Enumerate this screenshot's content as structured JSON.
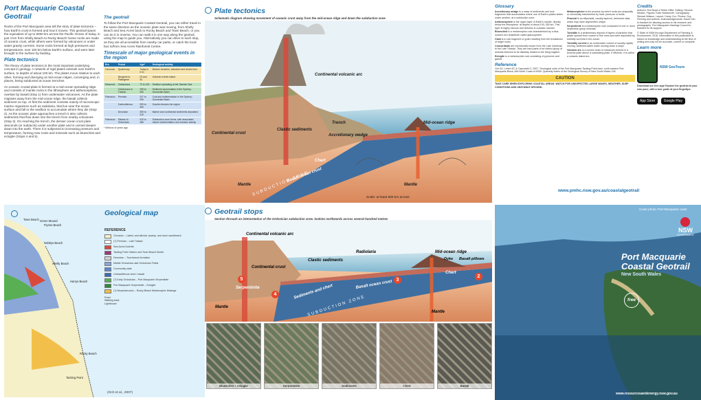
{
  "intro": {
    "title": "Port Macquarie Coastal Geotrail",
    "para1": "Rocks of the Port Macquarie area tell the story of plate tectonics – how Earth's crust is formed and how it moves. This geotrail spans the equivalent of up to 6000 km across the Pacific Ocean of today, in just 4 km from Shelly Beach to Rocky Beach! Some rocks are made of oceanic crust, while others were formed by volcanoes or under water gravity currents. Some rocks formed at high pressures and temperatures, over 100 km below Earth's surface, and were later brought to the surface by faulting.",
    "geotrail_heading": "The geotrail",
    "geotrail_text": "To follow the Port Macquarie Coastal Geotrail, you can either travel in the same direction as the oceanic plate was moving, from Shelly Beach and Sea Acres back to Rocky Beach and Town Beach, or you can do it in reverse. You can walk it in one way along the geotrail, using the map to guide you. Alternatively you can drive to each stop, as they are all accessible from nearby car parks, or catch the local bus to/from Sea Acres Rainforest Centre.",
    "plate_heading": "Plate tectonics",
    "plate_text": "The theory of plate tectonics is the most important underlying concept in geology. A network of rigid plates extends over Earth's surface, to depths of about 100 km. The plates move relative to each other, forming and diverging at mid-ocean ridges, converging and, in places, being subducted at ocean trenches.",
    "plate_text2": "An oceanic crustal plate is formed at a mid-ocean spreading ridge and consists of mantle rocks in the lithosphere and asthenosphere, overlain by basalt (Stop 1) from underwater volcanoes. As the plate migrates away from the mid-ocean ridge, the basalt collects sediment on top. At first the sediment consists mainly of microscopic marine organisms such as radiolaria, that live near the ocean surface and fall to the seafloor to accumulate where they die (Stop 2). As the oceanic plate approaches a trench it also collects sediments that flow down into the trench from nearby volcanoes (Stop 3). On reaching the trench, the denser ocean crust plate descends (or subducts) under another plate and is carried deeper down into the earth. There it is subjected to increasing pressure and temperature, forming new rocks and minerals such as blueschist and eclogite (Stops 4 and 5)."
  },
  "timescale": {
    "heading": "Timescale of major geological events in the region",
    "headers": [
      "Era",
      "Period",
      "Age*",
      "Geological activity"
    ],
    "rows": [
      [
        "Cenozoic",
        "Quaternary",
        "Today to 0.01",
        "Modern beaches, estuaries and dunes form"
      ],
      [
        "",
        "Neogene to Paleogene",
        "23 and 34",
        "Volcanic events inland"
      ],
      [
        "Mesozoic",
        "Cretaceous",
        "72 to 100",
        "Seafloor spreading at the Tasman Sea"
      ],
      [
        "",
        "Cretaceous to Triassic",
        "199 to 250",
        "Sediment accumulates in the Sydney–Gunnedah Basin"
      ],
      [
        "Paleozoic",
        "Permian",
        "247 to 299",
        "Coal and sedimentation in the Sydney–Gunnedah Basin"
      ],
      [
        "",
        "Carboniferous",
        "299 to 359",
        "Granite intrudes the region"
      ],
      [
        "",
        "Devonian",
        "359 to 419",
        "Marine and continental sediments deposited"
      ],
      [
        "Paleozoic",
        "Silurian to Ordovician",
        "419 to 485",
        "Subduction zone forms, with associated marine sedimentation and volcanic activity"
      ]
    ],
    "footnote": "* Millions of years ago"
  },
  "tectonics": {
    "heading": "Plate tectonics",
    "subtitle": "Schematic diagram showing movement of oceanic crust away from the mid-ocean ridge and down the subduction zone",
    "labels": {
      "volcanic_arc": "Continental volcanic arc",
      "continental_crust": "Continental crust",
      "clastic": "Clastic sediments",
      "wedge": "Accretionary wedge",
      "trench": "Trench",
      "ridge": "Mid-ocean ridge",
      "chert": "Chert",
      "basalt": "Basalt ocean crust",
      "mantle1": "Mantle",
      "mantle2": "Mantle",
      "subduction": "SUBDUCTION ZONE",
      "scale": "Scale: at least 500 km across"
    }
  },
  "glossary": {
    "heading": "Glossary",
    "entries": [
      {
        "term": "Accretionary wedge",
        "def": "is a mass of sediments and rock fragments that accumulates where one of Earth's plates slides under another, at a subduction zone."
      },
      {
        "term": "Asthenosphere",
        "def": "is the upper layer of Earth's mantle, directly below the lithosphere, at depths of about 100–350 km. This layer is highly viscous and deforms in a plastic manner."
      },
      {
        "term": "Blueschist",
        "def": "is a metamorphic rock characterised by a blue, sodium-rich amphibole called glaucophane."
      },
      {
        "term": "Clast",
        "def": "is a rock fragment or grain resulting from the breakdown of larger rocks."
      },
      {
        "term": "Concordants",
        "def": "are microfossils known from the Late Cambrian to the Late Triassic. They are hard parts of an extinct group of animals believed to be distantly related to the living hagfish."
      },
      {
        "term": "Eclogite",
        "def": "is a metamorphic rock consisting of pyroxene and garnet."
      },
      {
        "term": "Metamorphism",
        "def": "is the process by which rocks are physically or chemically transformed by heat, pressure or fluids."
      },
      {
        "term": "Phacoid",
        "def": "is an ellipsoidal, usually tapered, deformed clast, which may have asymmetric shape."
      },
      {
        "term": "Serpentinite",
        "def": "is a metamorphic rock composed of one or more serpentine group minerals."
      },
      {
        "term": "Turbidite",
        "def": "is a sedimentary deposit of layers of particles that grade upward from coarse to fine ones and were deposited by turbidity currents in the ocean."
      },
      {
        "term": "Turbidity current",
        "def": "is an underwater current of usually rapidly moving, sediment-laden water moving down a slope."
      },
      {
        "term": "Volcanic arc",
        "def": "is a curved chain of volcanoes formed in a tectonic plate above a subducting plate. If offshore, it is called a volcanic island arc."
      }
    ],
    "ref_heading": "Reference",
    "ref_text": "Och DJ, Leitch EC & Caprarelli G, 2007. Geological units of the Port Macquarie-Tacking Point tract, north-eastern Port Macquarie Block, Mid North Coast of NSW. Quarterly Notes of the Geological Survey of New South Wales 126.",
    "caution_title": "CAUTION",
    "caution_text": "TAKE CARE WHEN EXPLORING COASTAL AREAS: WATCH FOR UNEXPECTED LARGE WAVES, WEATHER, SURF CONDITIONS AND UNSTABLE GROUND."
  },
  "credits": {
    "heading": "Credits",
    "text": "Authors: Ron Boyd & Rebie Offler. Editing: Simone Meakin. Figures: Kate Holdsworth. Cartography: Stewart Watson. Layout: Carey Cox. Photos: Guy Fleming and authors. Acknowledgements: David Och is thanked for allowing access to his research and photographs. Port Macquarie-Hastings Council is thanked for its support.",
    "copyright": "© State of NSW through Department of Planning & Environment, 2018. Information in this publication is based on knowledge and understanding at the time of writing and may not be accurate, current or complete.",
    "learn_heading": "Learn more",
    "app_name": "NSW GeoTours",
    "download": "Download our free app! Explore the geotrail at your own pace, with a tour guide at your fingertips.",
    "appstore": "App Store",
    "googleplay": "Google Play",
    "url": "www.pmhc.nsw.gov.au/coastalgeotrail",
    "cover_caption": "Cover photo: Port Macquarie coast"
  },
  "cover": {
    "title1": "Port Macquarie",
    "title2": "Coastal Geotrail",
    "region": "New South Wales",
    "free": "free",
    "brand": "NSW",
    "gov": "GOVERNMENT",
    "website": "www.resourcesandenergy.nsw.gov.au"
  },
  "geomap": {
    "heading": "Geological map",
    "reference": "REFERENCE",
    "legend": [
      {
        "label": "Cenozoic – Latest, and alluvial, swamp, and dune sand/beach",
        "color": "#f6f0c8"
      },
      {
        "label": "(?) Permian – Late Triassic",
        "color": "#ffffff"
      },
      {
        "label": "Sea Acres Dolerite",
        "color": "#d94a3a"
      },
      {
        "label": "Tacking Point Gabbro and Town Beach Diorite",
        "color": "#9a3a7a"
      },
      {
        "label": "Devonian – Touchwood formation",
        "color": "#d0d0d0"
      },
      {
        "label": "Middle Ordovician–late Ordovician Fields",
        "color": "#8aa7d8"
      },
      {
        "label": "Community slate",
        "color": "#5c8ad0"
      },
      {
        "label": "Unfossiliferous chert / basalt",
        "color": "#3b6cb4"
      },
      {
        "label": "(?) Early Ordovician – Port Macquarie Serpentinite",
        "color": "#5aaf55"
      },
      {
        "label": "Port Macquarie Serpentinite – Eclogite",
        "color": "#2e8a3a"
      },
      {
        "label": "(?) Neoproterozoic – Rocky Beach Metamorphic Melange",
        "color": "#f2c04a"
      }
    ],
    "places": [
      "Town Beach",
      "Green Mound",
      "Flynns Beach",
      "Nobbys Beach",
      "Shelly Beach",
      "Harrys Beach",
      "Rocky Beach",
      "Tacking Point"
    ],
    "ref_short": "(Och et al., 2007)",
    "road": "Road",
    "walk": "Walking track",
    "lighthouse": "Lighthouse"
  },
  "stops": {
    "heading": "Geotrail stops",
    "subtitle": "Section through an interpretation of the Ordovician subduction zone, looking northwards across several hundred metres",
    "labels": {
      "arc": "Continental volcanic arc",
      "radiolaria": "Radiolaria",
      "ridge": "Mid-ocean ridge",
      "dyke": "Dyke",
      "basalt": "Basalt pillows",
      "clastic": "Clastic sediments",
      "crust": "Continental crust",
      "chert": "Chert",
      "serpentinite": "Serpentinite",
      "sediments": "Sediments and chert",
      "basalt_crust": "Basalt ocean crust",
      "mantle1": "Mantle",
      "mantle2": "Mantle",
      "subduction": "SUBDUCTION ZONE"
    },
    "photos": [
      {
        "n": "5",
        "label": "Blueschist + eclogite"
      },
      {
        "n": "4",
        "label": "Serpentinite"
      },
      {
        "n": "3",
        "label": "Sediments"
      },
      {
        "n": "2",
        "label": "Chert"
      },
      {
        "n": "1",
        "label": "Basalt"
      }
    ]
  }
}
